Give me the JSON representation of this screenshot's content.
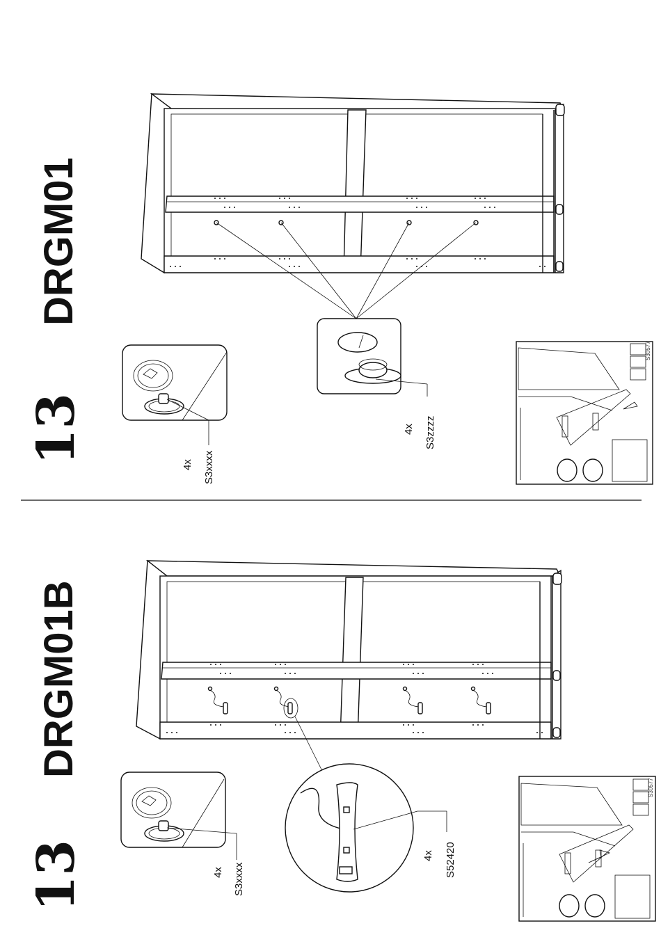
{
  "step_top": {
    "number": "13",
    "model": "DRGM01"
  },
  "step_bottom": {
    "number": "13",
    "model": "DRGM01B"
  },
  "callouts_top": [
    {
      "qty": "4x",
      "code": "S3xxxx"
    },
    {
      "qty": "4x",
      "code": "S3zzzz"
    }
  ],
  "callouts_bottom": [
    {
      "qty": "4x",
      "code": "S3xxxx"
    },
    {
      "qty": "4x",
      "code": "S52420"
    }
  ],
  "inset_labels": {
    "top": "S30577",
    "bottom": "S30577"
  }
}
